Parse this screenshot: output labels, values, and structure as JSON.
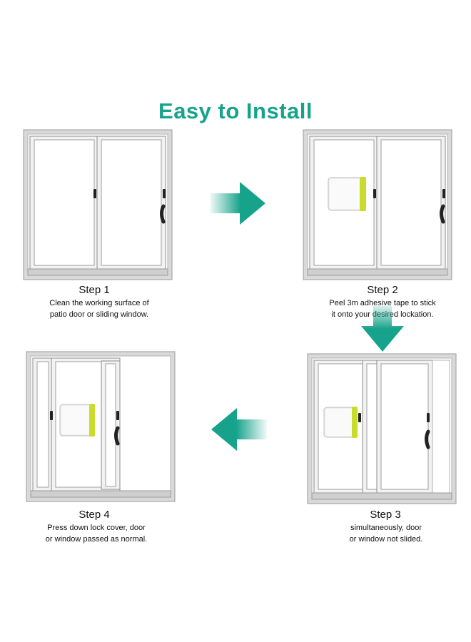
{
  "title": "Easy to Install",
  "accent_color": "#17a38b",
  "lock_accent_color": "#c8dd2a",
  "steps": [
    {
      "label": "Step 1",
      "lines": [
        "Clean the working surface of",
        "patio door or sliding window."
      ]
    },
    {
      "label": "Step 2",
      "lines": [
        "Peel 3m adhesive tape to stick",
        "it onto your desired lockation."
      ]
    },
    {
      "label": "Step 3",
      "lines": [
        "simultaneously, door",
        "or window not slided."
      ]
    },
    {
      "label": "Step 4",
      "lines": [
        "Press down lock cover, door",
        "or window passed as normal."
      ]
    }
  ],
  "icons": {
    "arrows": [
      "arrow-right-icon",
      "arrow-down-icon",
      "arrow-left-icon"
    ],
    "lock": "window-lock-icon",
    "handle": "door-handle-icon"
  }
}
